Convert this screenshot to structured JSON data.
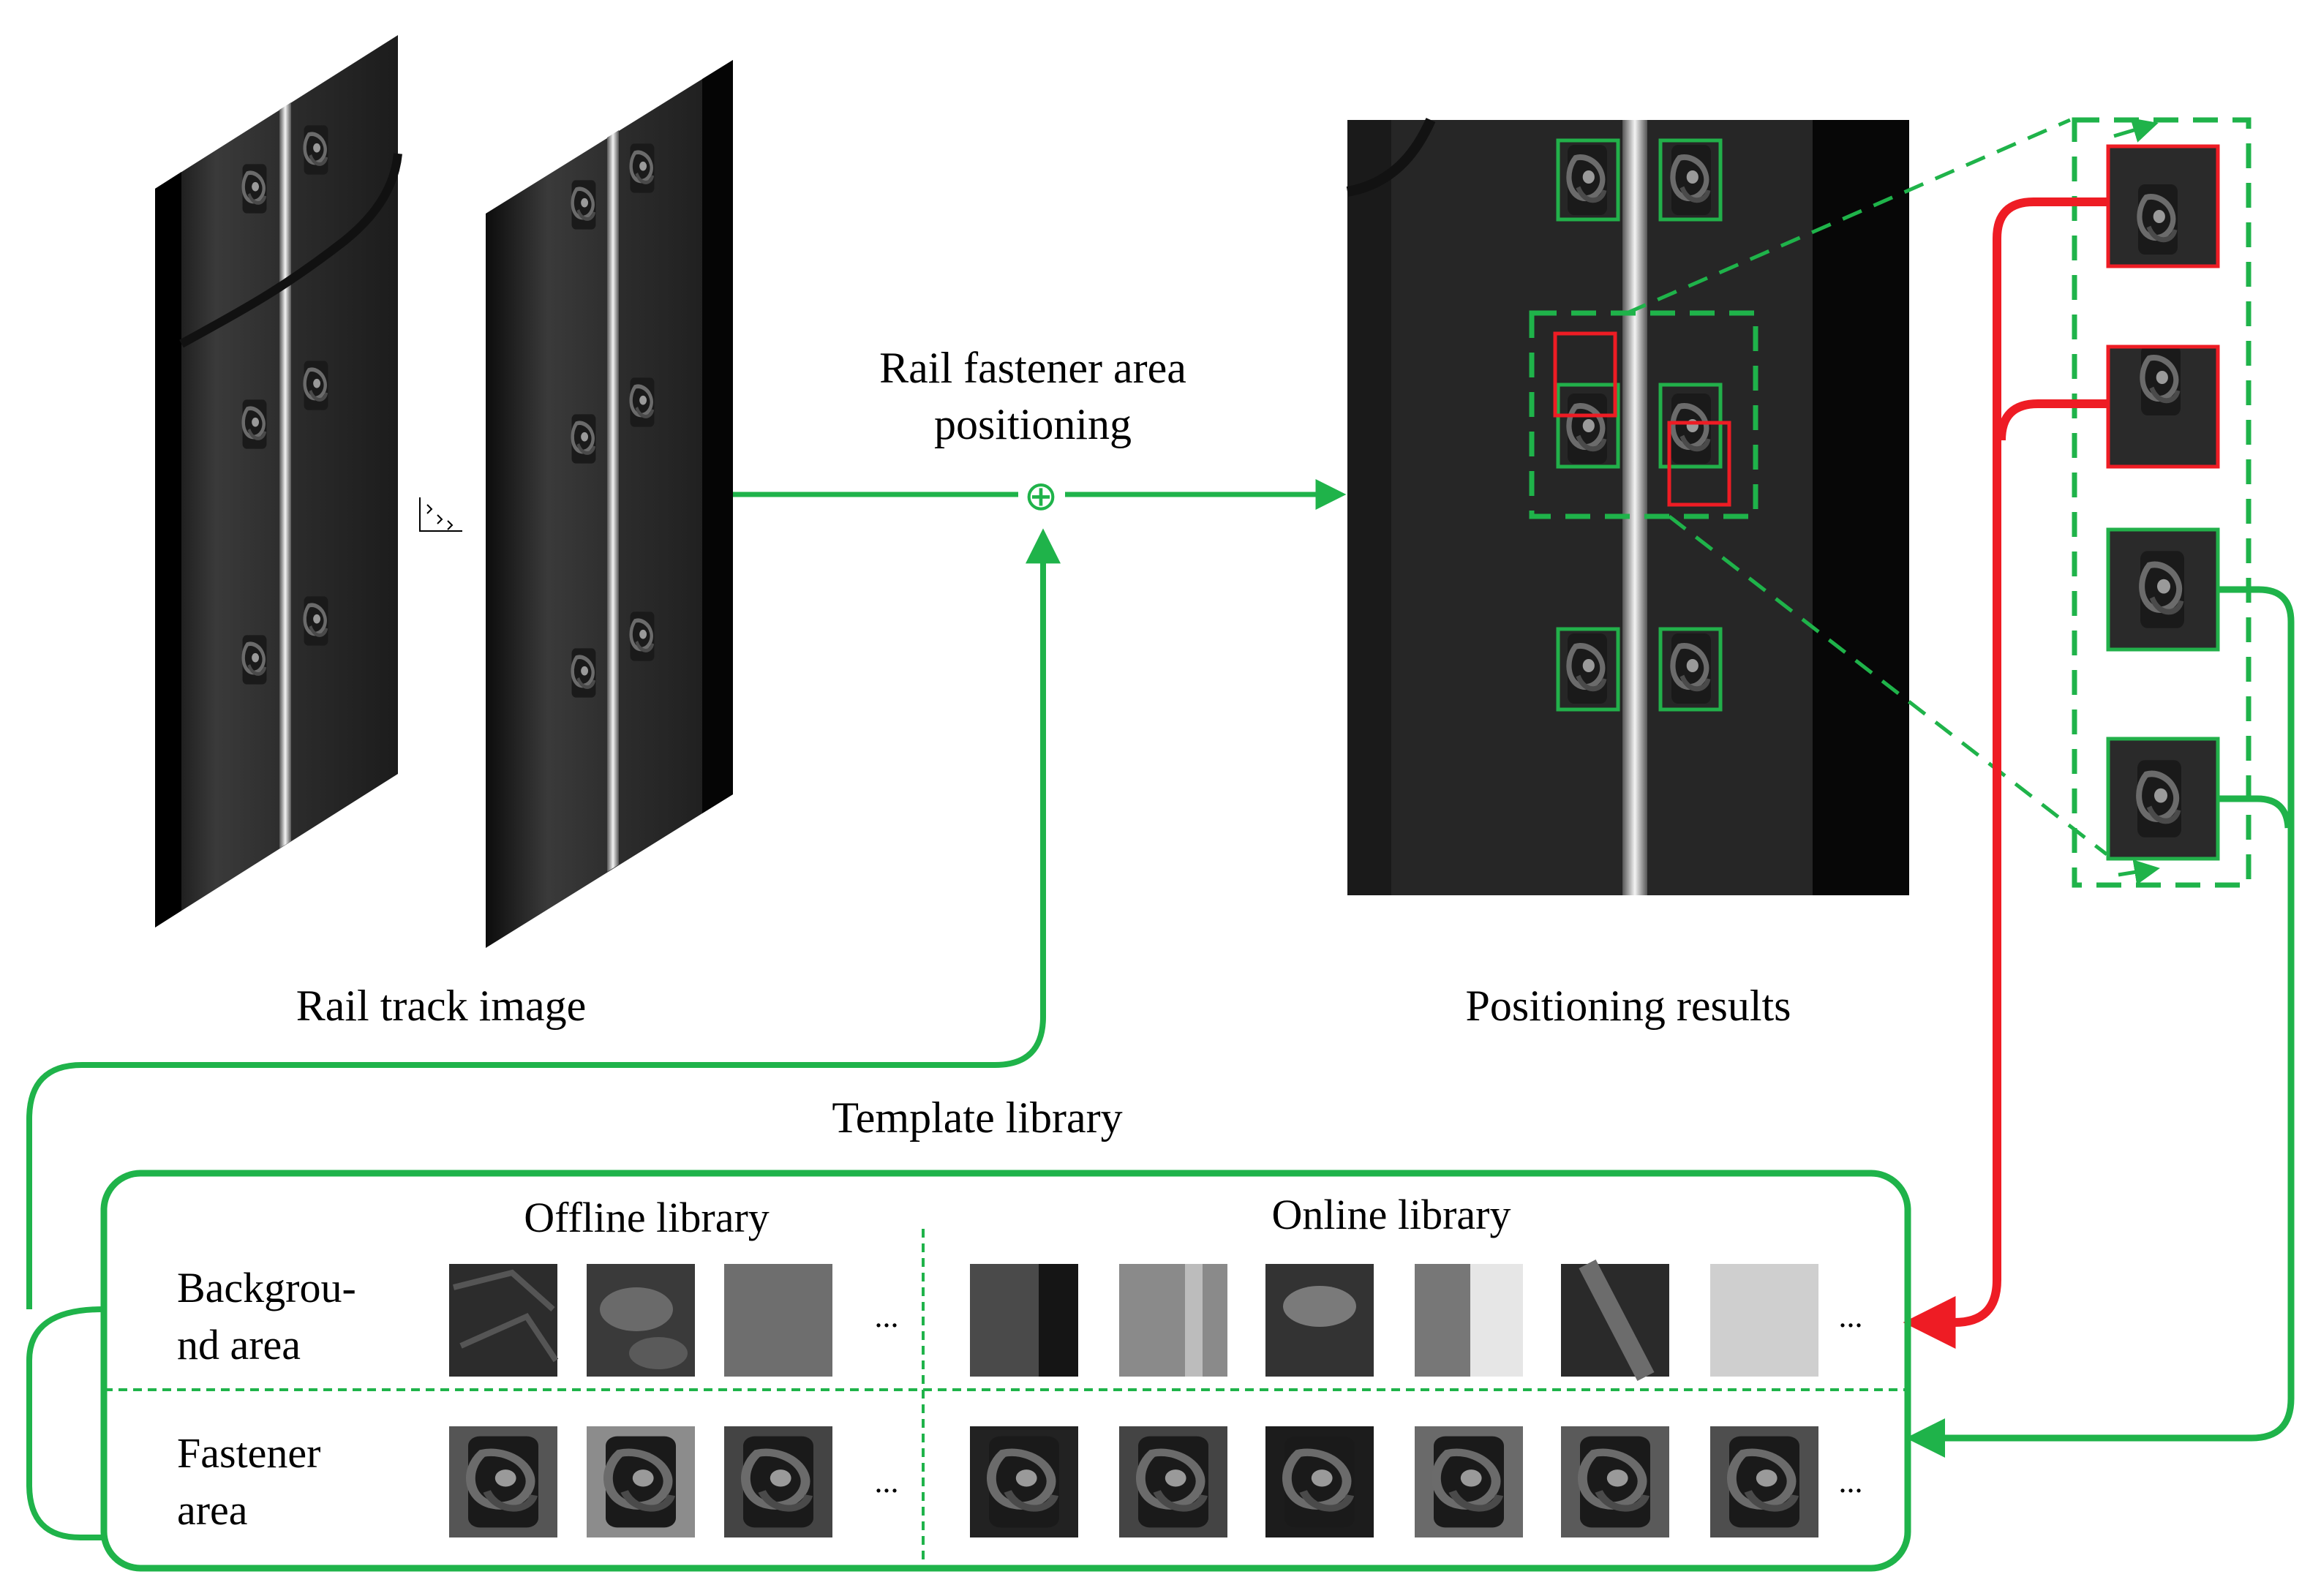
{
  "labels": {
    "input_caption": "Rail track image",
    "positioning_line1": "Rail fastener area",
    "positioning_line2": "positioning",
    "results_caption": "Positioning results",
    "template_library": "Template library",
    "offline_library": "Offline library",
    "online_library": "Online library",
    "background_row_line1": "Backgrou-",
    "background_row_line2": "nd area",
    "fastener_row_line1": "Fastener",
    "fastener_row_line2": "area",
    "ellipsis": "...",
    "combine_symbol": "⊕"
  },
  "colors": {
    "flow_green": "#1fb34a",
    "match_box_green": "#22b04a",
    "failed_red": "#ee1c24",
    "photo_dark": "#262626",
    "rail_highlight": "#f0f0f0"
  }
}
